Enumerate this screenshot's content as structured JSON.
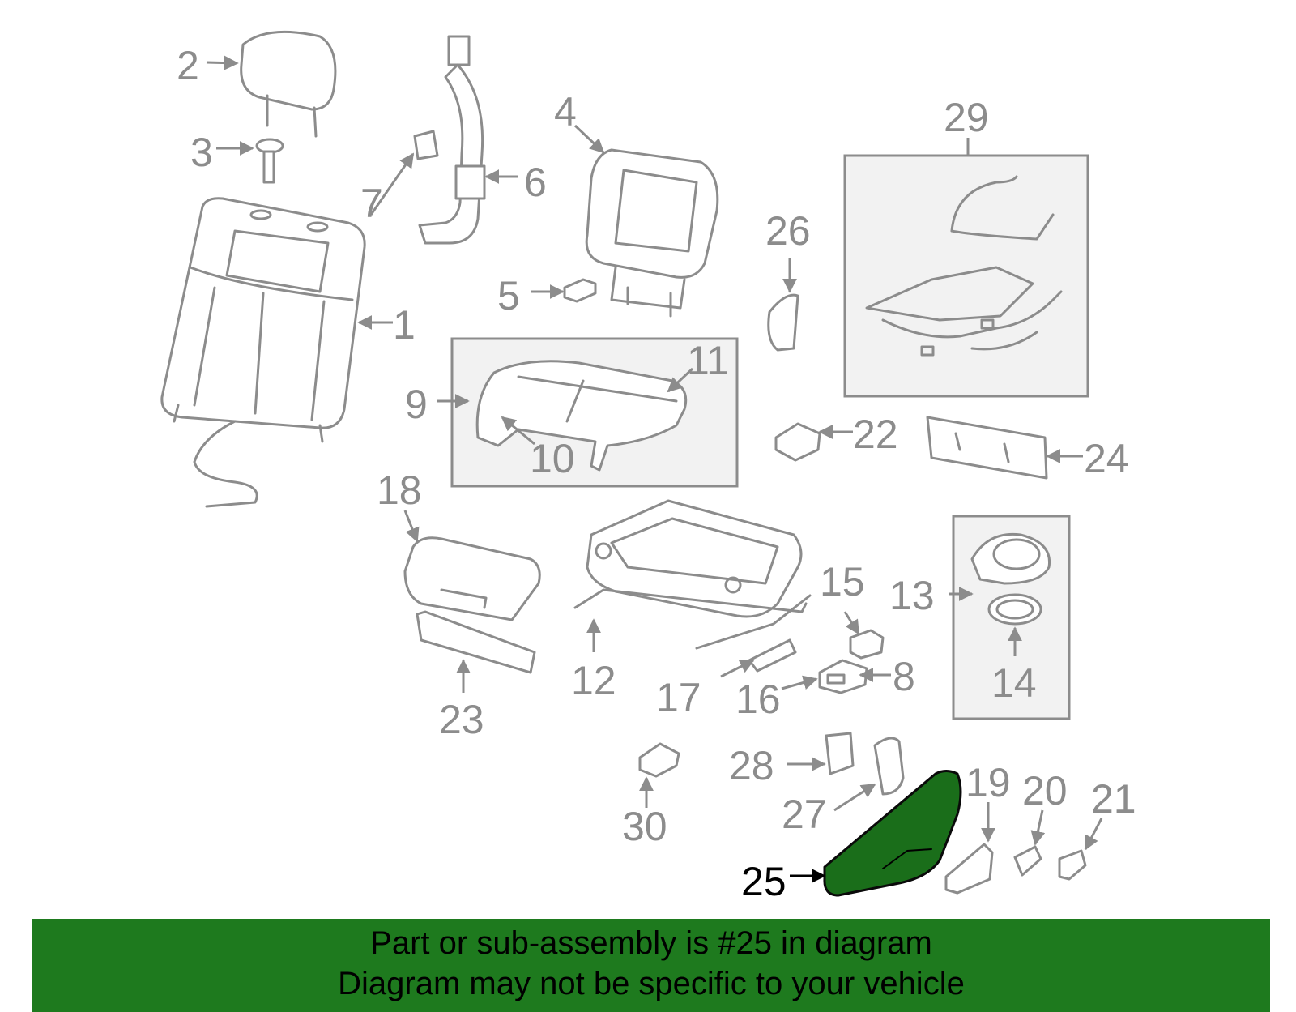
{
  "callouts": [
    {
      "id": "1",
      "text": "1"
    },
    {
      "id": "2",
      "text": "2"
    },
    {
      "id": "3",
      "text": "3"
    },
    {
      "id": "4",
      "text": "4"
    },
    {
      "id": "5",
      "text": "5"
    },
    {
      "id": "6",
      "text": "6"
    },
    {
      "id": "7",
      "text": "7"
    },
    {
      "id": "8",
      "text": "8"
    },
    {
      "id": "9",
      "text": "9"
    },
    {
      "id": "10",
      "text": "10"
    },
    {
      "id": "11",
      "text": "11"
    },
    {
      "id": "12",
      "text": "12"
    },
    {
      "id": "13",
      "text": "13"
    },
    {
      "id": "14",
      "text": "14"
    },
    {
      "id": "15",
      "text": "15"
    },
    {
      "id": "16",
      "text": "16"
    },
    {
      "id": "17",
      "text": "17"
    },
    {
      "id": "18",
      "text": "18"
    },
    {
      "id": "19",
      "text": "19"
    },
    {
      "id": "20",
      "text": "20"
    },
    {
      "id": "21",
      "text": "21"
    },
    {
      "id": "22",
      "text": "22"
    },
    {
      "id": "23",
      "text": "23"
    },
    {
      "id": "24",
      "text": "24"
    },
    {
      "id": "25",
      "text": "25"
    },
    {
      "id": "26",
      "text": "26"
    },
    {
      "id": "27",
      "text": "27"
    },
    {
      "id": "28",
      "text": "28"
    },
    {
      "id": "29",
      "text": "29"
    },
    {
      "id": "30",
      "text": "30"
    }
  ],
  "highlighted_part": "25",
  "colors": {
    "line": "#8c8c8c",
    "highlight_fill": "#1a6e1a",
    "banner_bg": "#1e7a1e",
    "banner_text": "#000000"
  },
  "banner": {
    "line1": "Part or sub-assembly is #25 in diagram",
    "line2": "Diagram may not be specific to your vehicle"
  }
}
